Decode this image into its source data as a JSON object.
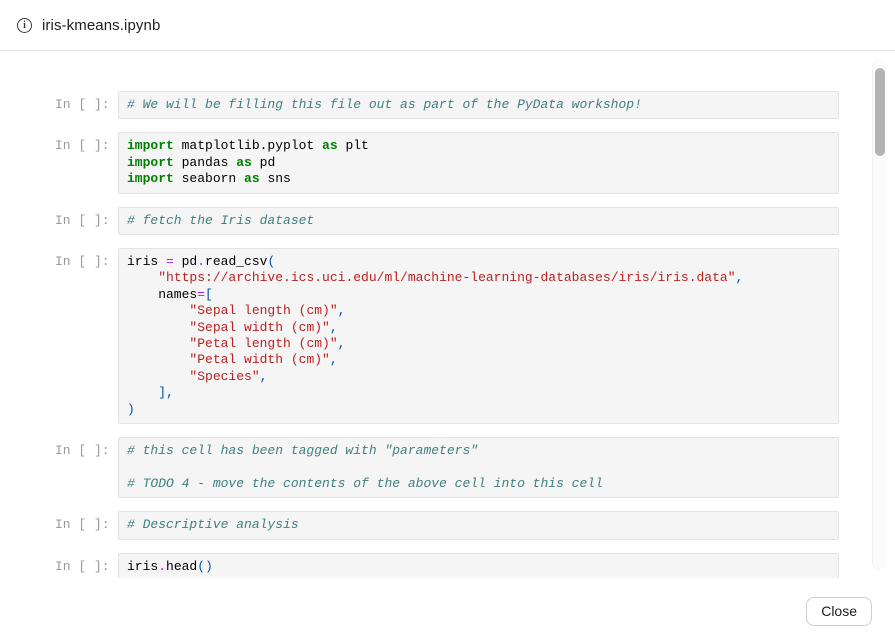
{
  "header": {
    "title": "iris-kmeans.ipynb"
  },
  "footer": {
    "close_label": "Close"
  },
  "colors": {
    "keyword": "#008000",
    "string": "#BA2121",
    "operator": "#AA22FF",
    "comment": "#408080",
    "punctuation": "#0055aa",
    "plain": "#000000",
    "prompt": "#9a9a9a",
    "cell_bg": "#f5f5f5",
    "cell_border": "#e3e3e3"
  },
  "notebook": {
    "cells": [
      {
        "prompt": "In [ ]:",
        "lines": [
          [
            {
              "c": "com",
              "t": "# We will be filling this file out as part of the PyData workshop!"
            }
          ]
        ]
      },
      {
        "prompt": "In [ ]:",
        "lines": [
          [
            {
              "c": "kw",
              "t": "import"
            },
            {
              "c": "txt",
              "t": " matplotlib.pyplot "
            },
            {
              "c": "kw",
              "t": "as"
            },
            {
              "c": "txt",
              "t": " plt"
            }
          ],
          [
            {
              "c": "kw",
              "t": "import"
            },
            {
              "c": "txt",
              "t": " pandas "
            },
            {
              "c": "kw",
              "t": "as"
            },
            {
              "c": "txt",
              "t": " pd"
            }
          ],
          [
            {
              "c": "kw",
              "t": "import"
            },
            {
              "c": "txt",
              "t": " seaborn "
            },
            {
              "c": "kw",
              "t": "as"
            },
            {
              "c": "txt",
              "t": " sns"
            }
          ]
        ]
      },
      {
        "prompt": "In [ ]:",
        "lines": [
          [
            {
              "c": "com",
              "t": "# fetch the Iris dataset"
            }
          ]
        ]
      },
      {
        "prompt": "In [ ]:",
        "lines": [
          [
            {
              "c": "txt",
              "t": "iris "
            },
            {
              "c": "op",
              "t": "="
            },
            {
              "c": "txt",
              "t": " pd"
            },
            {
              "c": "op",
              "t": "."
            },
            {
              "c": "txt",
              "t": "read_csv"
            },
            {
              "c": "pun",
              "t": "("
            }
          ],
          [
            {
              "c": "txt",
              "t": "    "
            },
            {
              "c": "str",
              "t": "\"https://archive.ics.uci.edu/ml/machine-learning-databases/iris/iris.data\""
            },
            {
              "c": "pun",
              "t": ","
            }
          ],
          [
            {
              "c": "txt",
              "t": "    names"
            },
            {
              "c": "op",
              "t": "="
            },
            {
              "c": "pun",
              "t": "["
            }
          ],
          [
            {
              "c": "txt",
              "t": "        "
            },
            {
              "c": "str",
              "t": "\"Sepal length (cm)\""
            },
            {
              "c": "pun",
              "t": ","
            }
          ],
          [
            {
              "c": "txt",
              "t": "        "
            },
            {
              "c": "str",
              "t": "\"Sepal width (cm)\""
            },
            {
              "c": "pun",
              "t": ","
            }
          ],
          [
            {
              "c": "txt",
              "t": "        "
            },
            {
              "c": "str",
              "t": "\"Petal length (cm)\""
            },
            {
              "c": "pun",
              "t": ","
            }
          ],
          [
            {
              "c": "txt",
              "t": "        "
            },
            {
              "c": "str",
              "t": "\"Petal width (cm)\""
            },
            {
              "c": "pun",
              "t": ","
            }
          ],
          [
            {
              "c": "txt",
              "t": "        "
            },
            {
              "c": "str",
              "t": "\"Species\""
            },
            {
              "c": "pun",
              "t": ","
            }
          ],
          [
            {
              "c": "txt",
              "t": "    "
            },
            {
              "c": "pun",
              "t": "],"
            }
          ],
          [
            {
              "c": "pun",
              "t": ")"
            }
          ]
        ]
      },
      {
        "prompt": "In [ ]:",
        "lines": [
          [
            {
              "c": "com",
              "t": "# this cell has been tagged with \"parameters\""
            }
          ],
          [],
          [
            {
              "c": "com",
              "t": "# TODO 4 - move the contents of the above cell into this cell"
            }
          ]
        ]
      },
      {
        "prompt": "In [ ]:",
        "lines": [
          [
            {
              "c": "com",
              "t": "# Descriptive analysis"
            }
          ]
        ]
      },
      {
        "prompt": "In [ ]:",
        "lines": [
          [
            {
              "c": "txt",
              "t": "iris"
            },
            {
              "c": "op",
              "t": "."
            },
            {
              "c": "txt",
              "t": "head"
            },
            {
              "c": "pun",
              "t": "()"
            }
          ]
        ]
      }
    ]
  }
}
